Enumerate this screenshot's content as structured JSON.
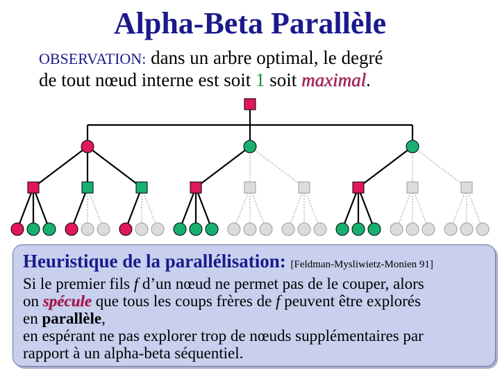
{
  "title": "Alpha-Beta Parallèle",
  "observation": {
    "label": "OBSERVATION:",
    "line1_rest": " dans un arbre optimal, le degré",
    "line2_pre": "de tout nœud interne est soit ",
    "one": "1",
    "line2_mid": " soit ",
    "maximal": "maximal",
    "line2_end": "."
  },
  "colors": {
    "red": "#e0185a",
    "green": "#18b070",
    "grey": "#dcdcdc",
    "title_blue": "#1a1a8c",
    "box_bg": "#c8d0ee"
  },
  "tree": {
    "root": "red",
    "level1": [
      "red",
      "green",
      "green"
    ],
    "level2": [
      "red",
      "green",
      "green",
      "red",
      "grey",
      "grey",
      "red",
      "grey",
      "grey"
    ],
    "level3": [
      "red",
      "green",
      "green",
      "red",
      "grey",
      "grey",
      "red",
      "grey",
      "grey",
      "green",
      "green",
      "green",
      "grey",
      "grey",
      "grey",
      "grey",
      "grey",
      "grey",
      "green",
      "green",
      "green",
      "grey",
      "grey",
      "grey",
      "grey",
      "grey",
      "grey"
    ]
  },
  "heuristic": {
    "title": "Heuristique de la parallélisation:",
    "citation": "[Feldman-Mysliwietz-Monien 91]",
    "p1_a": "Si le premier fils ",
    "p1_f": "f",
    "p1_b": " d’un nœud ne permet pas de le couper, alors",
    "p2_a": "on ",
    "p2_spec": "spécule",
    "p2_b": " que tous les coups frères de ",
    "p2_f": "f",
    "p2_c": " peuvent être explorés",
    "p3_a": "en ",
    "p3_bold": "parallèle",
    "p3_b": ",",
    "p4": "en espérant ne pas explorer trop de nœuds supplémentaires par",
    "p5": "rapport à un alpha-beta séquentiel."
  }
}
